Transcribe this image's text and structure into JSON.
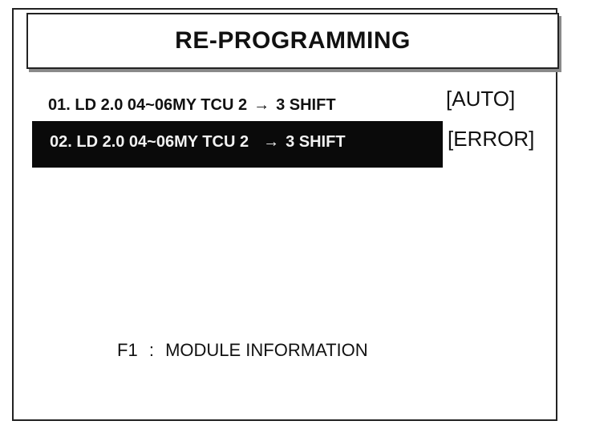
{
  "title": "RE-PROGRAMMING",
  "items": [
    {
      "label_left": "01. LD 2.0 04~06MY TCU 2",
      "arrow": "→",
      "label_right": "3 SHIFT",
      "status": "[AUTO]"
    },
    {
      "label_left": "02. LD 2.0 04~06MY TCU 2",
      "arrow": "→",
      "label_right": "3 SHIFT",
      "status": "[ERROR]"
    }
  ],
  "footer": {
    "key": "F1",
    "separator": ":",
    "text": "MODULE INFORMATION"
  }
}
